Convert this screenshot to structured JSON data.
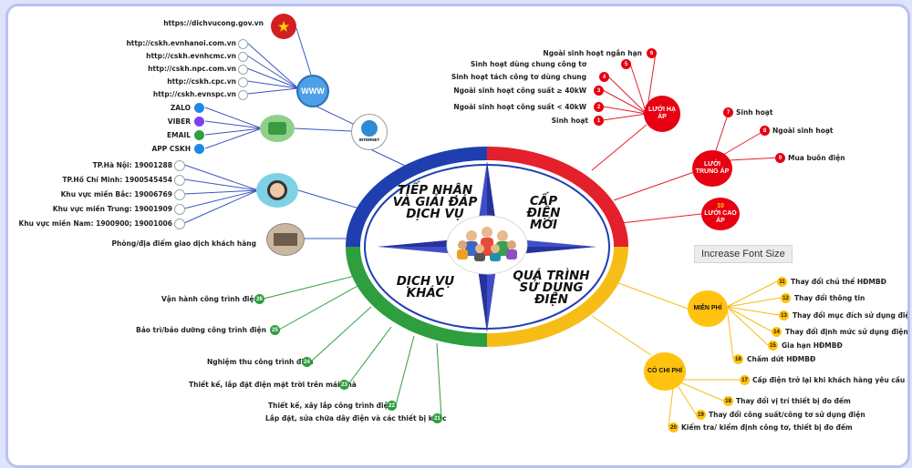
{
  "center": {
    "q1": "TIẾP NHẬN VÀ GIẢI ĐÁP DỊCH VỤ",
    "q2": "CẤP ĐIỆN MỚI",
    "q3": "DỊCH VỤ KHÁC",
    "q4": "QUÁ TRÌNH SỬ DỤNG ĐIỆN"
  },
  "internet_label": "INTERNET",
  "www_label": "WWW",
  "gov_url": "https://dichvucong.gov.vn",
  "websites": [
    "http://cskh.evnhanoi.com.vn",
    "http://cskh.evnhcmc.vn",
    "http://cskh.npc.com.vn",
    "http://cskh.cpc.vn",
    "http://cskh.evnspc.vn"
  ],
  "apps": [
    "ZALO",
    "VIBER",
    "EMAIL",
    "APP CSKH"
  ],
  "hotlines": [
    "TP.Hà Nội: 19001288",
    "TP.Hồ Chí Minh: 1900545454",
    "Khu vực miền Bắc: 19006769",
    "Khu vực miền Trung: 19001909",
    "Khu vực miền Nam: 1900900; 19001006"
  ],
  "office": "Phòng/địa điểm giao dịch khách hàng",
  "low_voltage": {
    "hub": "LƯỚI HẠ ÁP",
    "items": [
      "Ngoài sinh hoạt ngắn hạn",
      "Sinh hoạt dùng chung công tơ",
      "Sinh hoạt tách công tơ dùng chung",
      "Ngoài sinh hoạt công suất ≥ 40kW",
      "Ngoài sinh hoạt công suất < 40kW",
      "Sinh hoạt"
    ],
    "nums": [
      "6",
      "5",
      "4",
      "3",
      "2",
      "1"
    ]
  },
  "medium_voltage": {
    "hub": "LƯỚI TRUNG ÁP",
    "items": [
      "Sinh hoạt",
      "Ngoài sinh hoạt",
      "Mua buôn điện"
    ],
    "nums": [
      "7",
      "8",
      "9"
    ]
  },
  "high_voltage": {
    "hub_num": "10",
    "hub": "LƯỚI CAO ÁP"
  },
  "free": {
    "hub": "MIỄN PHÍ",
    "items": [
      "Thay đổi chủ thể HĐMBĐ",
      "Thay đổi thông tin",
      "Thay đổi mục đích sử dụng điện",
      "Thay đổi định mức sử dụng điện",
      "Gia hạn HĐMBĐ",
      "Chấm dứt HĐMBĐ"
    ],
    "nums": [
      "11",
      "12",
      "13",
      "14",
      "15",
      "16"
    ]
  },
  "paid": {
    "hub": "CÓ CHI PHÍ",
    "items": [
      "Cấp điện trở lại khi khách hàng yêu cầu",
      "Thay đổi vị trí thiết bị đo đếm",
      "Thay đổi công suất/công tơ sử dụng điện",
      "Kiểm tra/ kiểm định công tơ, thiết bị đo đếm"
    ],
    "nums": [
      "17",
      "18",
      "19",
      "20"
    ]
  },
  "other": {
    "items": [
      "Vận hành công trình điện",
      "Bảo trì/bảo dưỡng công trình điện",
      "Nghiệm thu công trình điện",
      "Thiết kế, lắp đặt điện mặt trời trên mái nhà",
      "Thiết kế, xây lắp công trình điện",
      "Lắp đặt, sửa chữa dây điện và các thiết bị khác"
    ],
    "nums": [
      "26",
      "25",
      "24",
      "23",
      "22",
      "21"
    ]
  },
  "tooltip": "Increase Font Size",
  "colors": {
    "blue": "#1f3fb0",
    "red": "#e3202b",
    "green": "#2e9e3e",
    "yellow": "#f6bd17",
    "hub_red": "#e60012",
    "hub_yellow": "#ffc20e"
  }
}
